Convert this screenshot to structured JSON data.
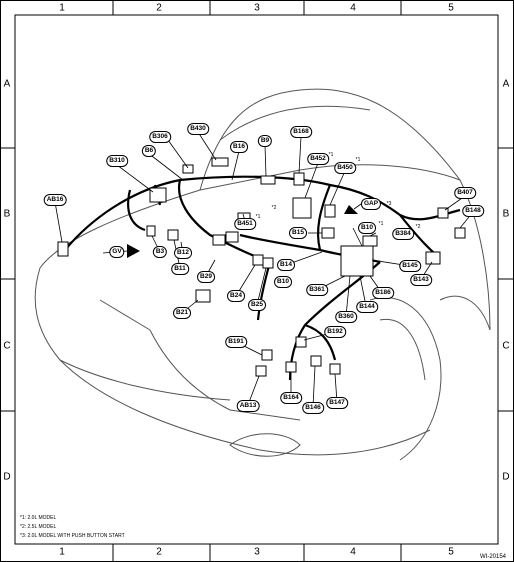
{
  "grid": {
    "columns": [
      "1",
      "2",
      "3",
      "4",
      "5"
    ],
    "rows": [
      "A",
      "B",
      "C",
      "D"
    ]
  },
  "connectors": {
    "B306": "B306",
    "B430": "B430",
    "B9": "B9",
    "B168": "B168",
    "B310": "B310",
    "B6": "B6",
    "B16": "B16",
    "B452": "B452",
    "B450": "B450",
    "AB16": "AB16",
    "GAP": "GAP",
    "B407": "B407",
    "B148": "B148",
    "B451": "B451",
    "B10": "B10",
    "B384": "B384",
    "B15": "B15",
    "GV": "GV",
    "B3": "B3",
    "B12": "B12",
    "B11": "B11",
    "B14": "B14",
    "B29": "B29",
    "B145": "B145",
    "B143": "B143",
    "B24": "B24",
    "B25": "B25",
    "B361": "B361",
    "B186": "B186",
    "B144": "B144",
    "B21": "B21",
    "B360": "B360",
    "B192": "B192",
    "B191": "B191",
    "AB13": "AB13",
    "B164": "B164",
    "B146": "B146",
    "B147": "B147"
  },
  "notes": {
    "n1a": "*1",
    "n1b": "*1",
    "n2a": "*2",
    "n3a": "*3",
    "n1c": "*1",
    "n2b": "*2",
    "n1d": "*1"
  },
  "footnotes": [
    "*1: 2.0L MODEL",
    "*2: 2.5L MODEL",
    "*3: 2.0L MODEL WITH PUSH BUTTON START"
  ],
  "figure_id": "WI-20154"
}
